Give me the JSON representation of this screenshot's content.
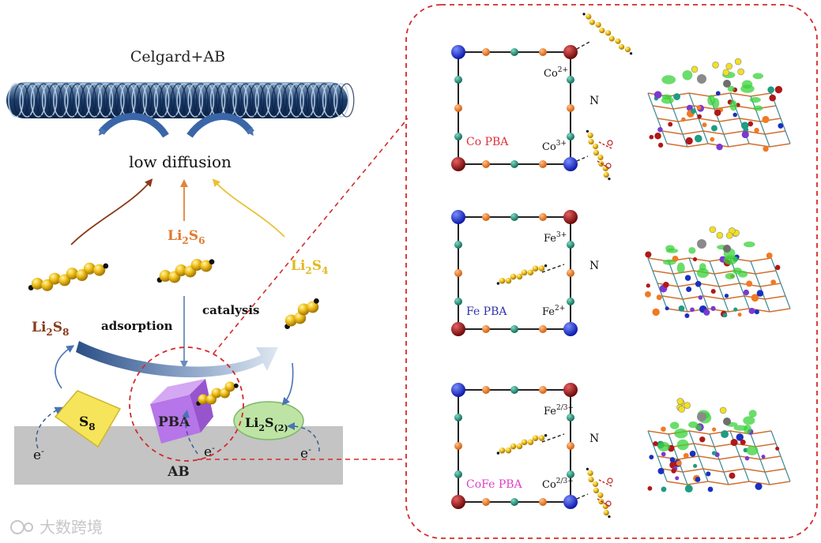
{
  "left": {
    "separator_label": "Celgard+AB",
    "diffusion_label": "low diffusion",
    "species": {
      "li2s8": {
        "base": "Li",
        "sub1": "2",
        "mid": "S",
        "sub2": "8"
      },
      "li2s6": {
        "base": "Li",
        "sub1": "2",
        "mid": "S",
        "sub2": "6"
      },
      "li2s4": {
        "base": "Li",
        "sub1": "2",
        "mid": "S",
        "sub2": "4"
      }
    },
    "process_adsorption": "adsorption",
    "process_catalysis": "catalysis",
    "s8": {
      "base": "S",
      "sub": "8"
    },
    "pba_label": "PBA",
    "li2s_product": {
      "base": "Li",
      "sub1": "2",
      "mid": "S",
      "sub2": "(2)"
    },
    "electron": {
      "base": "e",
      "sup": "-"
    },
    "substrate_label": "AB"
  },
  "panels": [
    {
      "name": "Co PBA",
      "name_color": "#e0303a",
      "top_metal": {
        "base": "Co",
        "sup": "2+"
      },
      "bottom_metal": {
        "base": "Co",
        "sup": "3+"
      },
      "bridge_label": "N",
      "chain_mode": "corner"
    },
    {
      "name": "Fe PBA",
      "name_color": "#3232a8",
      "top_metal": {
        "base": "Fe",
        "sup": "3+"
      },
      "bottom_metal": {
        "base": "Fe",
        "sup": "2+"
      },
      "bridge_label": "N",
      "chain_mode": "center"
    },
    {
      "name": "CoFe PBA",
      "name_color": "#e040c8",
      "top_metal": {
        "base": "Fe",
        "sup": "2/3+"
      },
      "bottom_metal": {
        "base": "Co",
        "sup": "2/3+"
      },
      "bridge_label": "N",
      "chain_mode": "both"
    }
  ],
  "colors": {
    "metal_red": "#a01818",
    "metal_blue": "#1a30e0",
    "node_orange": "#f07a22",
    "node_teal": "#1e9c84",
    "sulfur_yellow": "#f2c21a",
    "dashed_red": "#d42a2a",
    "substrate_gray": "#c4c4c4",
    "s8_yellow": "#f6e45a",
    "pba_purple": "#b675e8",
    "li2s_green": "#bde4a4"
  },
  "watermark": "大数跨境"
}
